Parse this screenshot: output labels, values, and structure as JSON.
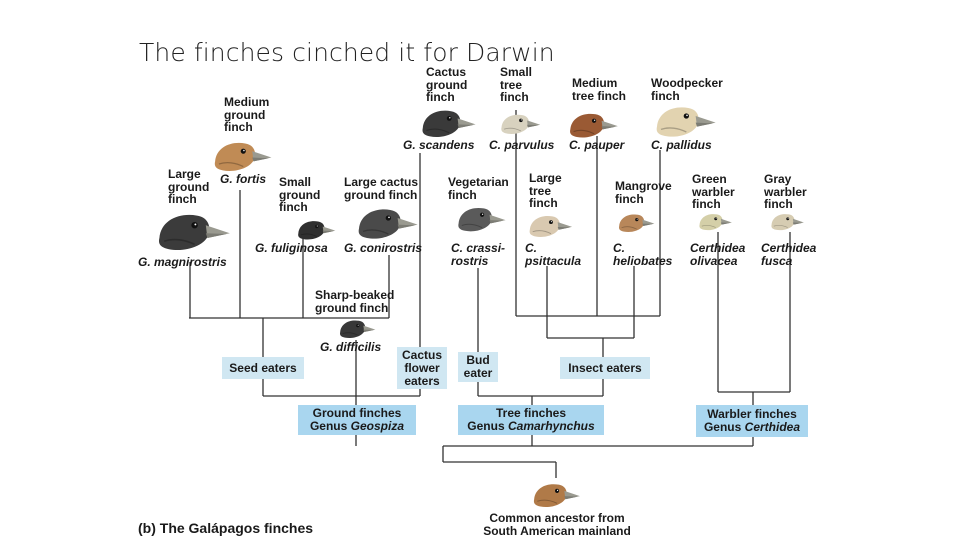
{
  "title": "The finches cinched it for Darwin",
  "panel_label": "(b) The Galápagos finches",
  "ancestor": {
    "line1": "Common ancestor from",
    "line2": "South American mainland"
  },
  "finches": [
    {
      "id": "medium-ground",
      "common": [
        "Medium",
        "ground",
        "finch"
      ],
      "species": "G. fortis",
      "color": "#c08b55"
    },
    {
      "id": "large-ground",
      "common": [
        "Large",
        "ground",
        "finch"
      ],
      "species": "G. magnirostris",
      "color": "#3b3b3b"
    },
    {
      "id": "small-ground",
      "common": [
        "Small",
        "ground",
        "finch"
      ],
      "species": "G. fuliginosa",
      "color": "#2f2f2f"
    },
    {
      "id": "large-cactus-ground",
      "common": [
        "Large cactus",
        "ground finch"
      ],
      "species": "G. conirostris",
      "color": "#4a4a4a"
    },
    {
      "id": "cactus-ground",
      "common": [
        "Cactus",
        "ground",
        "finch"
      ],
      "species": "G. scandens",
      "color": "#3a3a3a"
    },
    {
      "id": "small-tree",
      "common": [
        "Small",
        "tree",
        "finch"
      ],
      "species": "C. parvulus",
      "color": "#d8d2bf"
    },
    {
      "id": "medium-tree",
      "common": [
        "Medium",
        "tree finch"
      ],
      "species": "C. pauper",
      "color": "#9a5a34"
    },
    {
      "id": "woodpecker",
      "common": [
        "Woodpecker",
        "finch"
      ],
      "species": "C. pallidus",
      "color": "#e2d3b0"
    },
    {
      "id": "vegetarian",
      "common": [
        "Vegetarian",
        "finch"
      ],
      "species_lines": [
        "C. crassi-",
        "rostris"
      ],
      "color": "#5a5a5a"
    },
    {
      "id": "large-tree",
      "common": [
        "Large",
        "tree",
        "finch"
      ],
      "species_lines": [
        "C.",
        "psittacula"
      ],
      "color": "#d9c9b0"
    },
    {
      "id": "mangrove",
      "common": [
        "Mangrove",
        "finch"
      ],
      "species_lines": [
        "C.",
        "heliobates"
      ],
      "color": "#b8875a"
    },
    {
      "id": "green-warbler",
      "common": [
        "Green",
        "warbler",
        "finch"
      ],
      "species_lines": [
        "Certhidea",
        "olivacea"
      ],
      "color": "#d4cfa8"
    },
    {
      "id": "gray-warbler",
      "common": [
        "Gray",
        "warbler",
        "finch"
      ],
      "species_lines": [
        "Certhidea",
        "fusca"
      ],
      "color": "#d6ccb2"
    },
    {
      "id": "sharp-beaked",
      "common": [
        "Sharp-beaked",
        "ground finch"
      ],
      "species": "G. difficilis",
      "color": "#383838"
    }
  ],
  "diets": [
    {
      "id": "seed-eaters",
      "lines": [
        "Seed eaters"
      ]
    },
    {
      "id": "cactus-flower-eaters",
      "lines": [
        "Cactus",
        "flower",
        "eaters"
      ]
    },
    {
      "id": "bud-eater",
      "lines": [
        "Bud",
        "eater"
      ]
    },
    {
      "id": "insect-eaters",
      "lines": [
        "Insect eaters"
      ]
    }
  ],
  "genera": [
    {
      "id": "ground-finches",
      "name": "Ground finches",
      "prefix": "Genus ",
      "genus": "Geospiza"
    },
    {
      "id": "tree-finches",
      "name": "Tree finches",
      "prefix": "Genus ",
      "genus": "Camarhynchus"
    },
    {
      "id": "warbler-finches",
      "name": "Warbler finches",
      "prefix": "Genus ",
      "genus": "Certhidea"
    }
  ],
  "colors": {
    "diet_box": "#d0e7f2",
    "genus_box": "#a9d6ef",
    "tree_line": "#333333",
    "ancestor_bird": "#b07a48"
  }
}
